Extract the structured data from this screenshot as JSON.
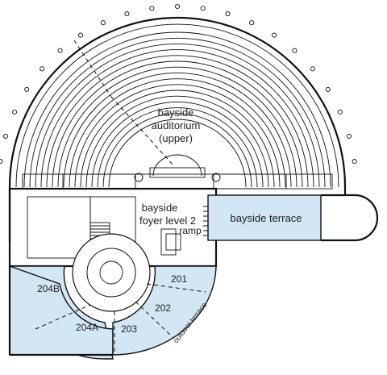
{
  "map": {
    "labels": {
      "auditorium_line1": "bayside",
      "auditorium_line2": "auditorium",
      "auditorium_line3": "(upper)",
      "foyer_line1": "bayside",
      "foyer_line2": "foyer level 2",
      "ramp": "ramp",
      "terrace": "bayside terrace",
      "room_204b": "204B",
      "room_204a": "204A",
      "room_203": "203",
      "room_202": "202",
      "room_201": "201",
      "outdoor_terrace": "outdoor terrace"
    },
    "colors": {
      "room_fill": "#d2e6f3",
      "line": "#111111",
      "background": "#ffffff"
    }
  }
}
